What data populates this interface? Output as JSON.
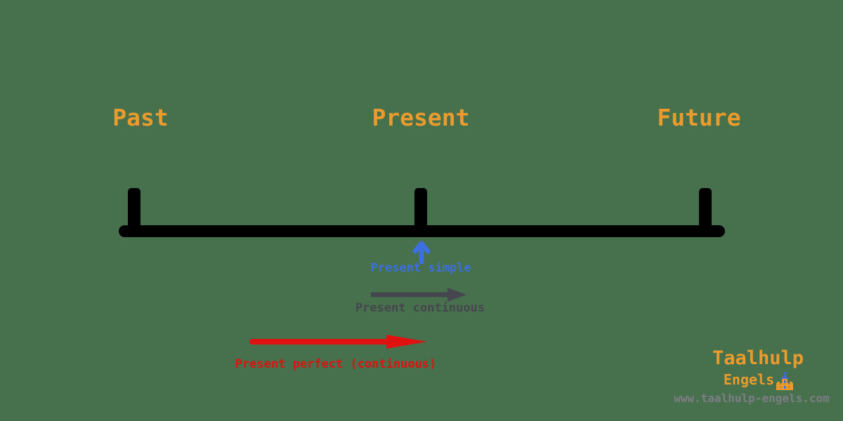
{
  "page": {
    "background_color": "#47714C",
    "timeline_color": "#000000"
  },
  "timeline": {
    "labels": [
      {
        "text": "Past"
      },
      {
        "text": "Present"
      },
      {
        "text": "Future"
      }
    ]
  },
  "tenses": [
    {
      "label": "Present simple",
      "color": "#3D6FE1",
      "arrow": "up-arrow"
    },
    {
      "label": "Present continuous",
      "color": "#46464E",
      "arrow": "right-arrow"
    },
    {
      "label": "Present perfect (continuous)",
      "color": "#E01111",
      "arrow": "right-arrow"
    }
  ],
  "branding": {
    "name": "Taalhulp",
    "sub": "Engels",
    "website": "www.taalhulp-engels.com",
    "icon": "castle-icon",
    "orange": "#EA9B2E",
    "website_color": "#7D7D85"
  }
}
